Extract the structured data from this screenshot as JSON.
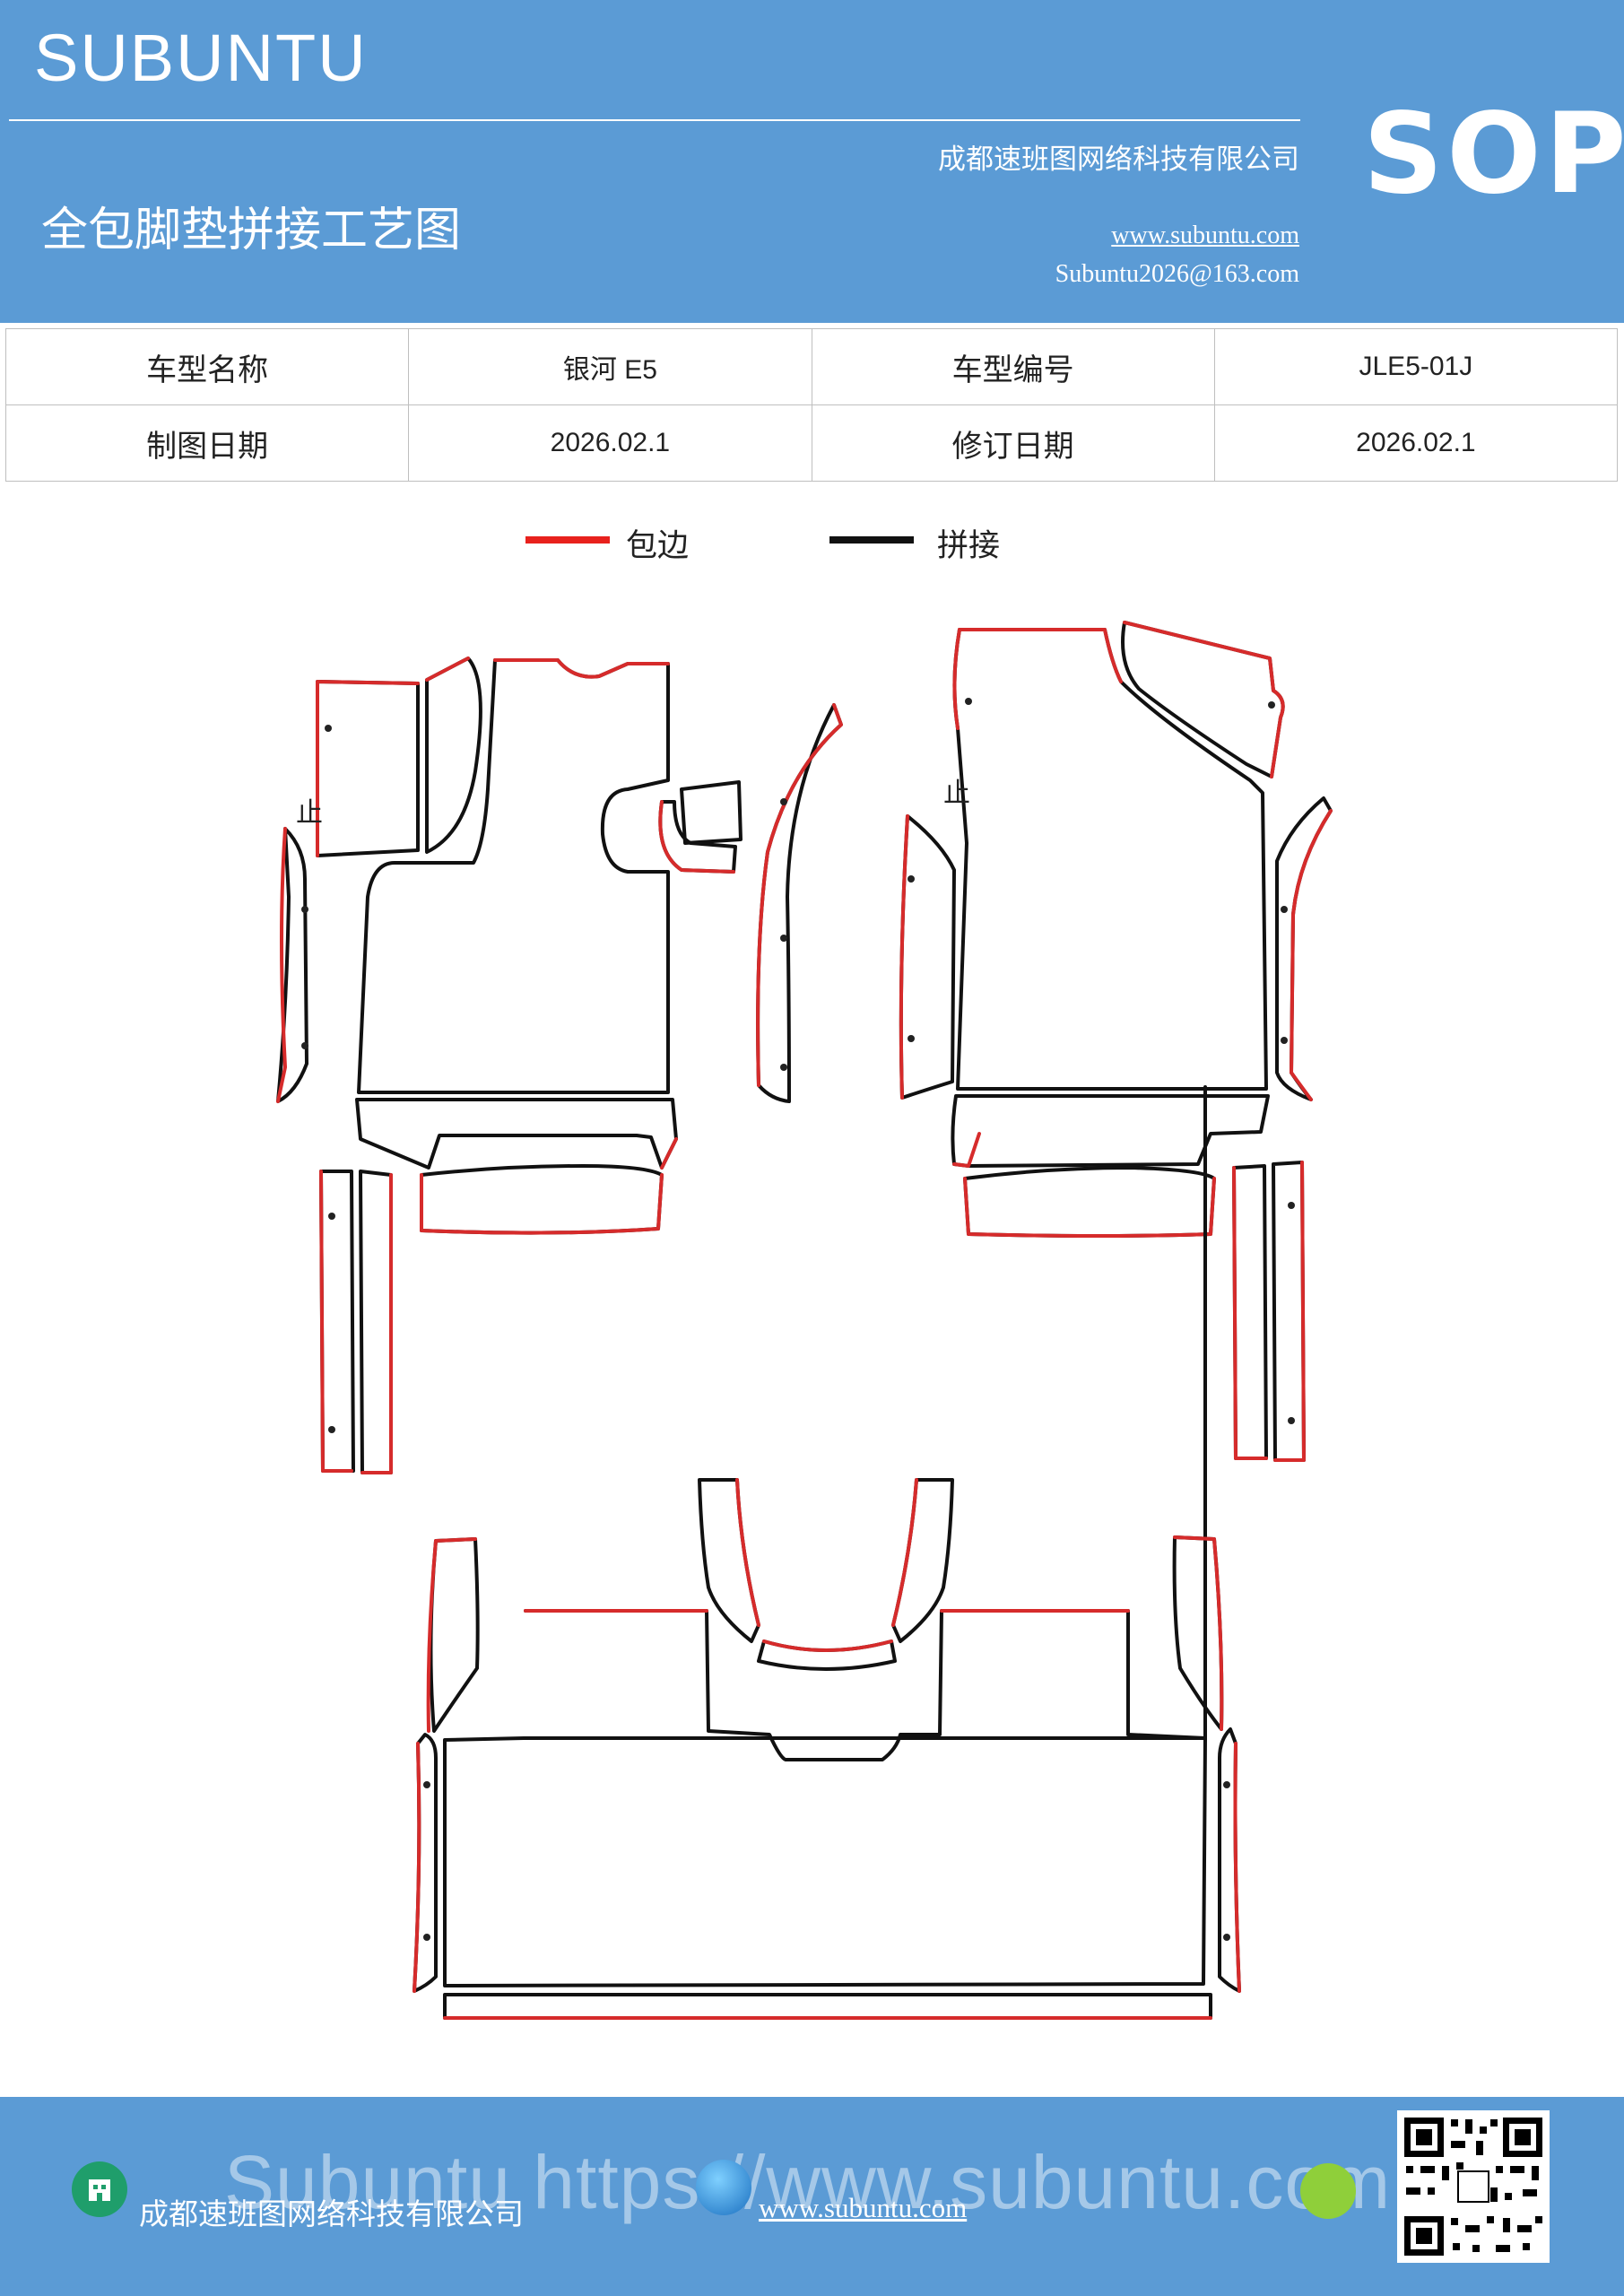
{
  "header": {
    "brand": "SUBUNTU",
    "badge": "SOP",
    "title": "全包脚垫拼接工艺图",
    "company": "成都速班图网络科技有限公司",
    "website": "www.subuntu.com",
    "email": "Subuntu2026@163.com",
    "background_color": "#5b9bd5"
  },
  "info_table": {
    "rows": [
      [
        "车型名称",
        "银河 E5",
        "车型编号",
        "JLE5-01J"
      ],
      [
        "制图日期",
        "2026.02.1",
        "修订日期",
        "2026.02.1"
      ]
    ]
  },
  "legend": [
    {
      "label": "包边",
      "color": "#e8211d"
    },
    {
      "label": "拼接",
      "color": "#111111"
    }
  ],
  "drawing": {
    "marks": [
      "止",
      "止"
    ],
    "edge_color": "#d62b2b",
    "seam_color": "#111111"
  },
  "footer": {
    "company": "成都速班图网络科技有限公司",
    "website": "www.subuntu.com",
    "watermark": "Subuntu https://www.subuntu.com",
    "icons": [
      "building-icon",
      "globe-icon",
      "wechat-icon",
      "qr-code"
    ]
  }
}
